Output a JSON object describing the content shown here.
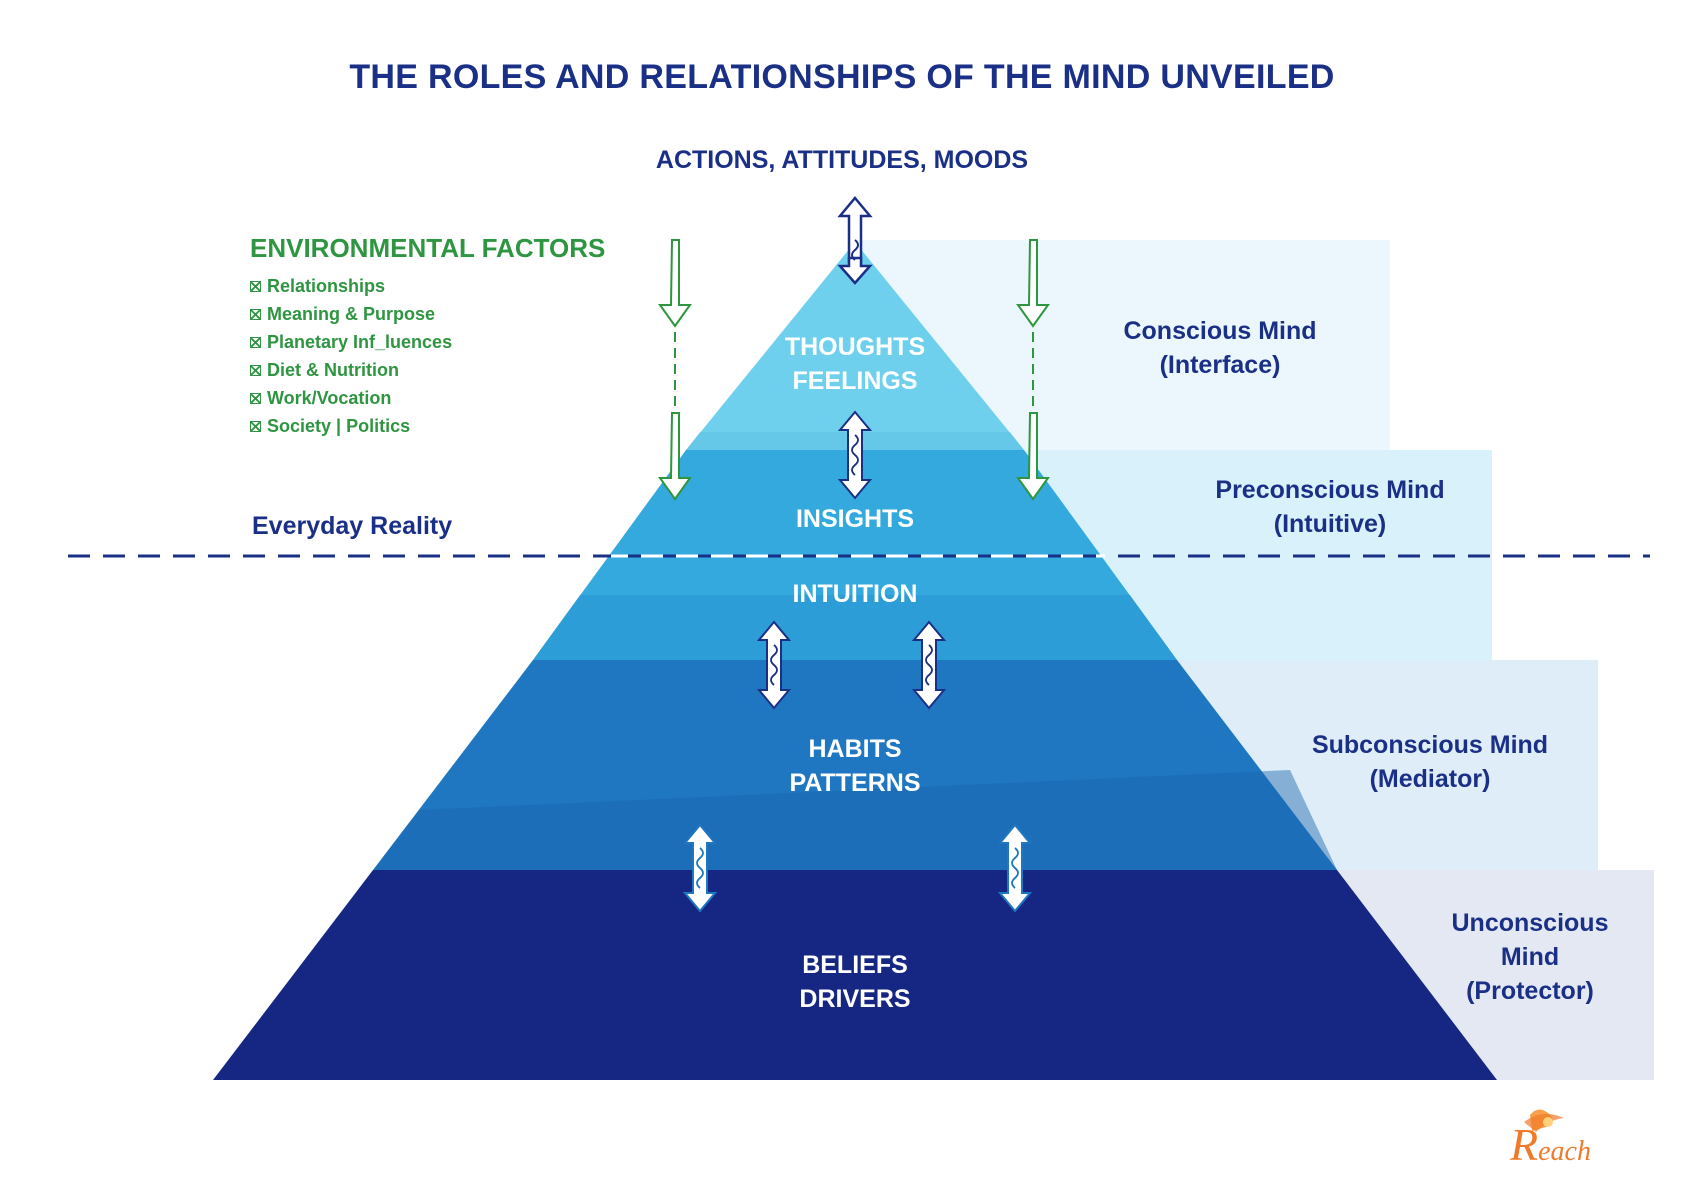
{
  "title": "THE ROLES AND RELATIONSHIPS OF THE MIND UNVEILED",
  "top_label": "ACTIONS, ATTITUDES, MOODS",
  "environment": {
    "title": "ENVIRONMENTAL FACTORS",
    "items": [
      "Relationships",
      "Meaning & Purpose",
      "Planetary Inf_luences",
      "Diet & Nutrition",
      "Work/Vocation",
      "Society | Politics"
    ]
  },
  "everyday_reality": "Everyday Reality",
  "pyramid": {
    "thoughts": [
      "THOUGHTS",
      "FEELINGS"
    ],
    "insights": "INSIGHTS",
    "intuition": "INTUITION",
    "habits": [
      "HABITS",
      "PATTERNS"
    ],
    "beliefs": [
      "BELIEFS",
      "DRIVERS"
    ]
  },
  "minds": {
    "conscious": [
      "Conscious Mind",
      "(Interface)"
    ],
    "preconscious": [
      "Preconscious Mind",
      "(Intuitive)"
    ],
    "subconscious": [
      "Subconscious Mind",
      "(Mediator)"
    ],
    "unconscious": [
      "Unconscious",
      "Mind",
      "(Protector)"
    ]
  },
  "logo": {
    "text": "each",
    "initial": "R"
  },
  "colors": {
    "title": "#1a2f86",
    "environment": "#2e9540",
    "level1": "#6fd0ee",
    "level2": "#33a9de",
    "level3": "#1f77c1",
    "level4": "#162683",
    "logo": "#f07a2a"
  }
}
